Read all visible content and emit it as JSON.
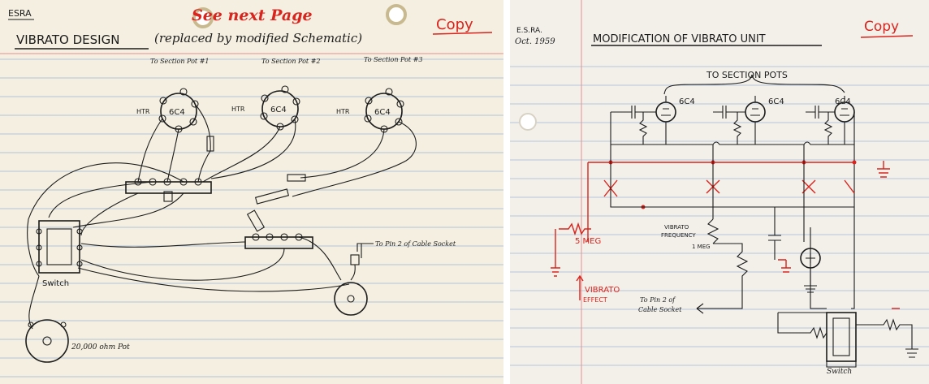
{
  "left_page": {
    "corner": "ESRA",
    "title": "VIBRATO DESIGN",
    "subtitle": "(replaced by modified Schematic)",
    "note": "See next Page",
    "copy": "Copy",
    "section_labels": [
      "To Section Pot #1",
      "To Section Pot #2",
      "To Section Pot #3"
    ],
    "tube_label": "6C4",
    "htr": "HTR",
    "switch_label": "Switch",
    "pot_label": "20,000 ohm Pot",
    "cable_label": "To Pin 2 of Cable Socket"
  },
  "right_page": {
    "corner_line1": "E.S.RA.",
    "corner_line2": "Oct. 1959",
    "title": "MODIFICATION OF VIBRATO UNIT",
    "copy": "Copy",
    "section_pots": "TO SECTION POTS",
    "tube_label": "6C4",
    "vibrato_freq_line1": "VIBRATO",
    "vibrato_freq_line2": "FREQUENCY",
    "vibrato_freq_value": "1 MEG",
    "five_meg": "5 MEG",
    "vibrato_effect_line1": "VIBRATO",
    "vibrato_effect_line2": "EFFECT",
    "cable_line1": "To Pin 2 of",
    "cable_line2": "Cable Socket",
    "switch_label": "Switch"
  },
  "colors": {
    "ink": "#1c1c1c",
    "red_ink": "#d9231c",
    "paper_left": "#f4efe0",
    "paper_right": "#f3f0ea",
    "rule": "#9fb8d6"
  }
}
